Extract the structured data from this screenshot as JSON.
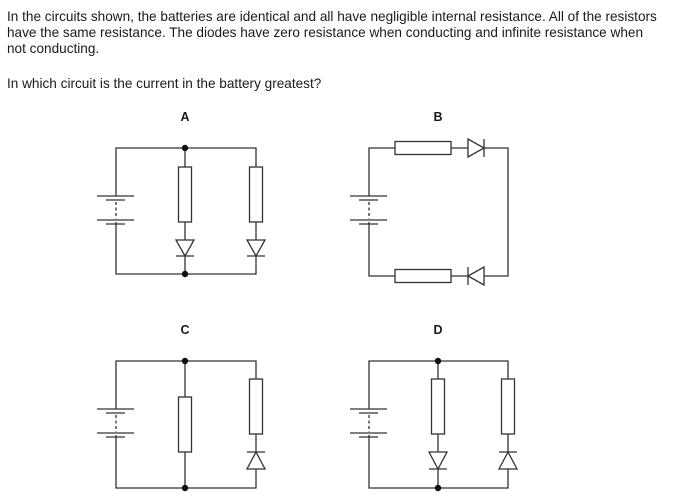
{
  "question": {
    "intro": "In the circuits shown, the batteries are identical and all have negligible internal resistance. All of the resistors have the same resistance. The diodes have zero resistance when conducting and infinite resistance when not conducting.",
    "prompt": "In which circuit is the current in the battery greatest?"
  },
  "circuits": [
    {
      "label": "A",
      "description": "Battery with two parallel branches; each branch has a resistor in series with a downward-pointing diode"
    },
    {
      "label": "B",
      "description": "Series loop: battery, resistor, right-pointing diode on top; resistor and left-pointing diode on bottom"
    },
    {
      "label": "C",
      "description": "Battery with two parallel branches; one plain resistor, one resistor in series with an upward-pointing diode"
    },
    {
      "label": "D",
      "description": "Battery with two parallel branches; one resistor with downward-pointing diode, one resistor with upward-pointing diode"
    }
  ]
}
